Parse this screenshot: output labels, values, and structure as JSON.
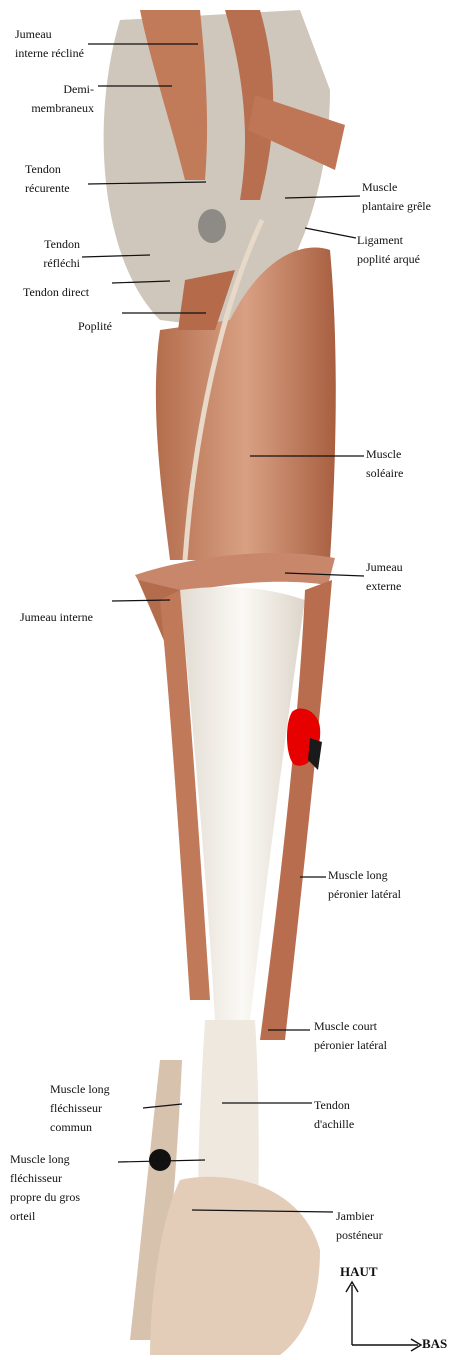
{
  "figure": {
    "labels": {
      "jumeau_interne_recline": "Jumeau\ninterne récliné",
      "demi_membraneux": "Demi-\nmembraneux",
      "tendon_recurrente": "Tendon\nrécurente",
      "tendon_reflechi": "Tendon\nréfléchi",
      "tendon_direct": "Tendon direct",
      "poplite": "Poplité",
      "muscle_plantaire_grele": "Muscle\nplantaire grêle",
      "ligament_poplite_arque": "Ligament\npoplité arqué",
      "muscle_soleaire": "Muscle\nsoléaire",
      "jumeau_externe": "Jumeau\nexterne",
      "jumeau_interne": "Jumeau interne",
      "muscle_long_peronier": "Muscle long\npéronier latéral",
      "muscle_court_peronier": "Muscle court\npéronier latéral",
      "muscle_long_flechisseur_commun": "Muscle long\nfléchisseur\ncommun",
      "tendon_achille": "Tendon\nd'achille",
      "muscle_long_flechisseur_propre": "Muscle long\nfléchisseur\npropre du gros\norteil",
      "jambier_posterieur": "Jambier\nposténeur"
    },
    "orientation": {
      "up_label": "HAUT",
      "right_label": "BAS"
    },
    "colors": {
      "muscle": "#c98a68",
      "muscle_dark": "#a9603f",
      "tendon": "#f1ede6",
      "highlight": "#e60000",
      "leader": "#111111"
    }
  }
}
